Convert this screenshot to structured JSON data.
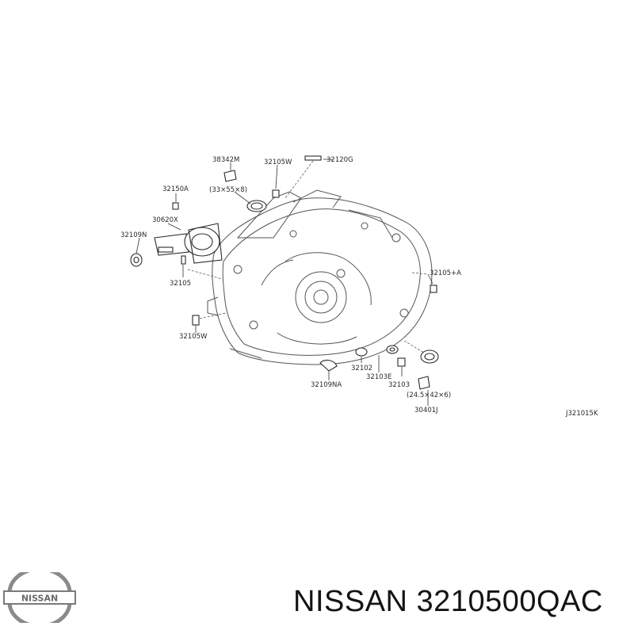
{
  "diagram": {
    "labels": {
      "p38342m": "38342M",
      "size_33": "(33×55×8)",
      "p32105w_top": "32105W",
      "p32120g": "32120G",
      "p32150a": "32150A",
      "p30620x": "30620X",
      "p32109n": "32109N",
      "p32105": "32105",
      "p32105a": "32105+A",
      "p32105w_bottom": "32105W",
      "p32102": "32102",
      "p32103e": "32103E",
      "p32103": "32103",
      "p32109na": "32109NA",
      "size_24": "(24.5×42×6)",
      "p30401j": "30401J"
    },
    "figure_code": "J321015K"
  },
  "brand": {
    "logo_text": "NISSAN",
    "caption": "NISSAN 3210500QAC"
  },
  "colors": {
    "line": "#2b2b2b",
    "text": "#141414",
    "logo": "#7a7a7a"
  }
}
